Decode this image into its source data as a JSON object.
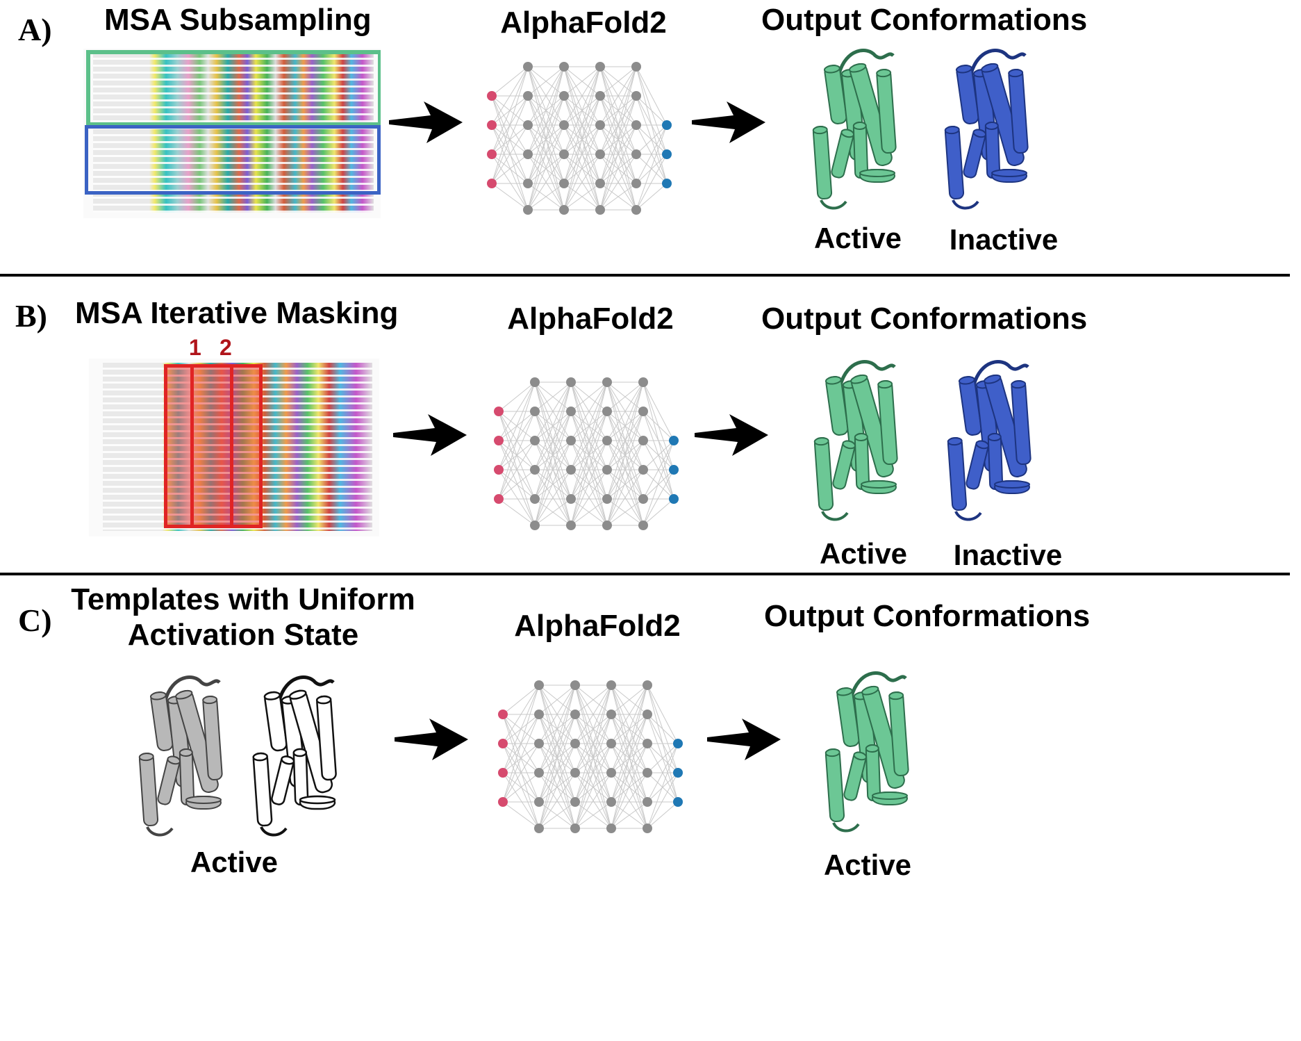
{
  "panels": {
    "a": {
      "letter": "A)",
      "input_title": "MSA Subsampling",
      "model_title": "AlphaFold2",
      "output_title": "Output Conformations",
      "output_labels": [
        "Active",
        "Inactive"
      ]
    },
    "b": {
      "letter": "B)",
      "input_title": "MSA Iterative Masking",
      "mask_labels": [
        "1",
        "2"
      ],
      "model_title": "AlphaFold2",
      "output_title": "Output Conformations",
      "output_labels": [
        "Active",
        "Inactive"
      ]
    },
    "c": {
      "letter": "C)",
      "input_title_line1": "Templates with Uniform",
      "input_title_line2": "Activation State",
      "input_label": "Active",
      "model_title": "AlphaFold2",
      "output_title": "Output Conformations",
      "output_label": "Active"
    }
  },
  "colors": {
    "active": "#6cc795",
    "inactive": "#3f5fc9",
    "input_node": "#d64a6e",
    "hidden_node": "#8c8c8c",
    "output_node": "#1f78b4",
    "subsample_box_1": "#5cc08a",
    "subsample_box_2": "#3b63c4",
    "mask_box": "#e02424"
  },
  "network": {
    "input_nodes": 4,
    "hidden_layers": 4,
    "hidden_nodes": 6,
    "output_nodes": 3
  }
}
